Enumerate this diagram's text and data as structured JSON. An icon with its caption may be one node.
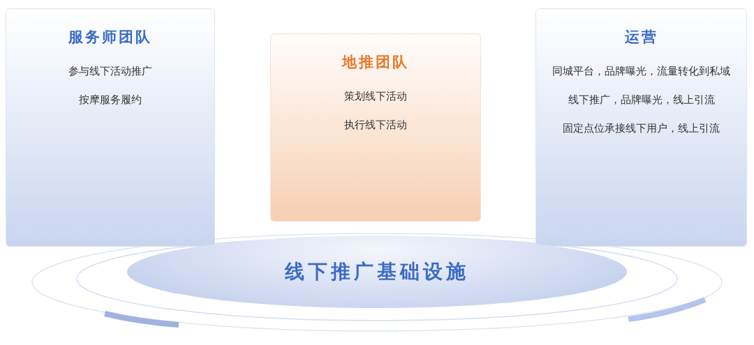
{
  "diagram": {
    "nodes": [
      {
        "text": [
          "服务师团队",
          "参与线下活动推广",
          "按摩服务履约"
        ]
      },
      {
        "text": [
          "地推团队",
          "策划线下活动",
          "执行线下活动"
        ]
      },
      {
        "text": [
          "运营",
          "同城平台，品牌曝光，流量转化到私域",
          "线下推广，品牌曝光，线上引流",
          "固定点位承接线下用户，线上引流"
        ]
      },
      {
        "text": [
          "线下推广基础设施"
        ]
      }
    ],
    "edges": []
  }
}
